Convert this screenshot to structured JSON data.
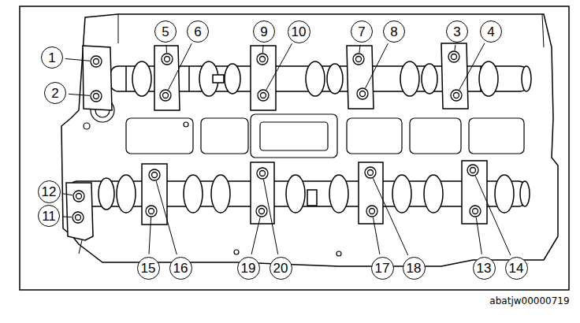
{
  "diagram": {
    "labels": [
      "1",
      "5",
      "6",
      "9",
      "10",
      "7",
      "8",
      "3",
      "4",
      "2",
      "12",
      "11",
      "15",
      "16",
      "19",
      "20",
      "17",
      "18",
      "13",
      "14",
      "abatjw00000719"
    ]
  }
}
